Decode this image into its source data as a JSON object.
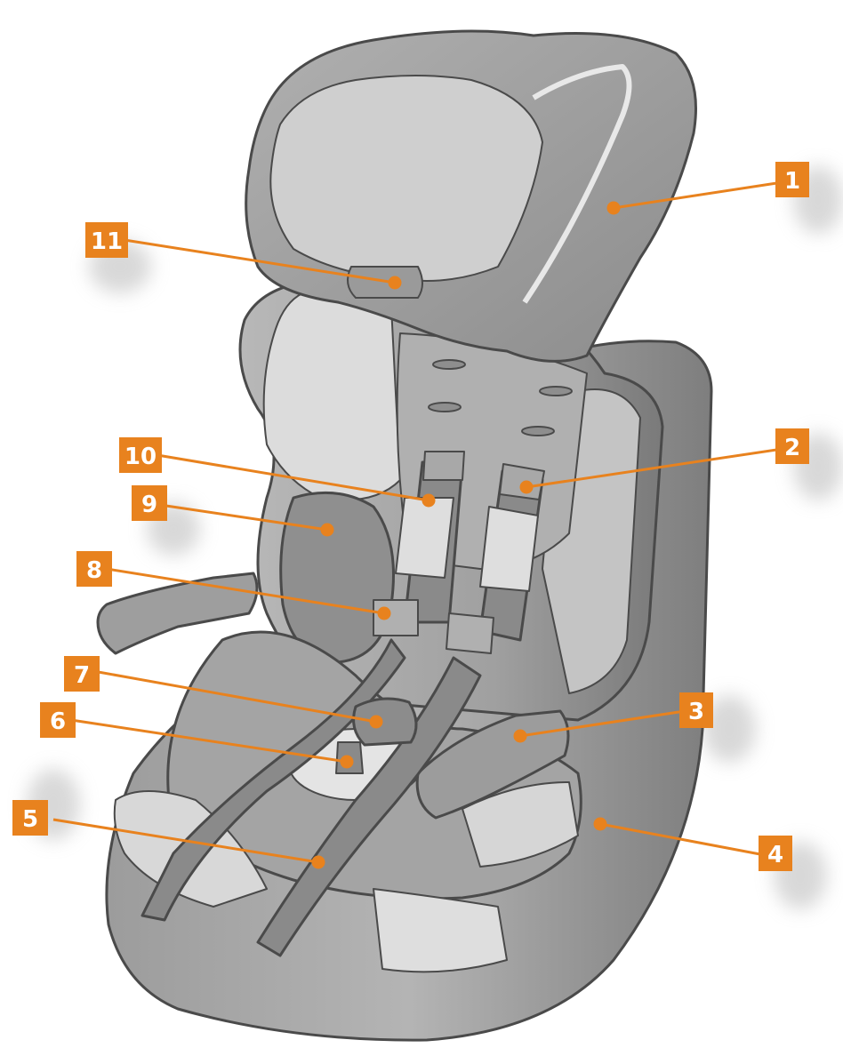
{
  "diagram": {
    "subject": "child car seat",
    "accent_color": "#e8821e",
    "seat_colors": {
      "dark": "#8a8a8a",
      "mid": "#a6a6a6",
      "light": "#c8c8c8",
      "pale": "#e6e6e6",
      "outline": "#4a4a4a"
    },
    "callouts": [
      {
        "id": "c1",
        "label": "1"
      },
      {
        "id": "c2",
        "label": "2"
      },
      {
        "id": "c3",
        "label": "3"
      },
      {
        "id": "c4",
        "label": "4"
      },
      {
        "id": "c5",
        "label": "5"
      },
      {
        "id": "c6",
        "label": "6"
      },
      {
        "id": "c7",
        "label": "7"
      },
      {
        "id": "c8",
        "label": "8"
      },
      {
        "id": "c9",
        "label": "9"
      },
      {
        "id": "c10",
        "label": "10"
      },
      {
        "id": "c11",
        "label": "11"
      }
    ]
  }
}
